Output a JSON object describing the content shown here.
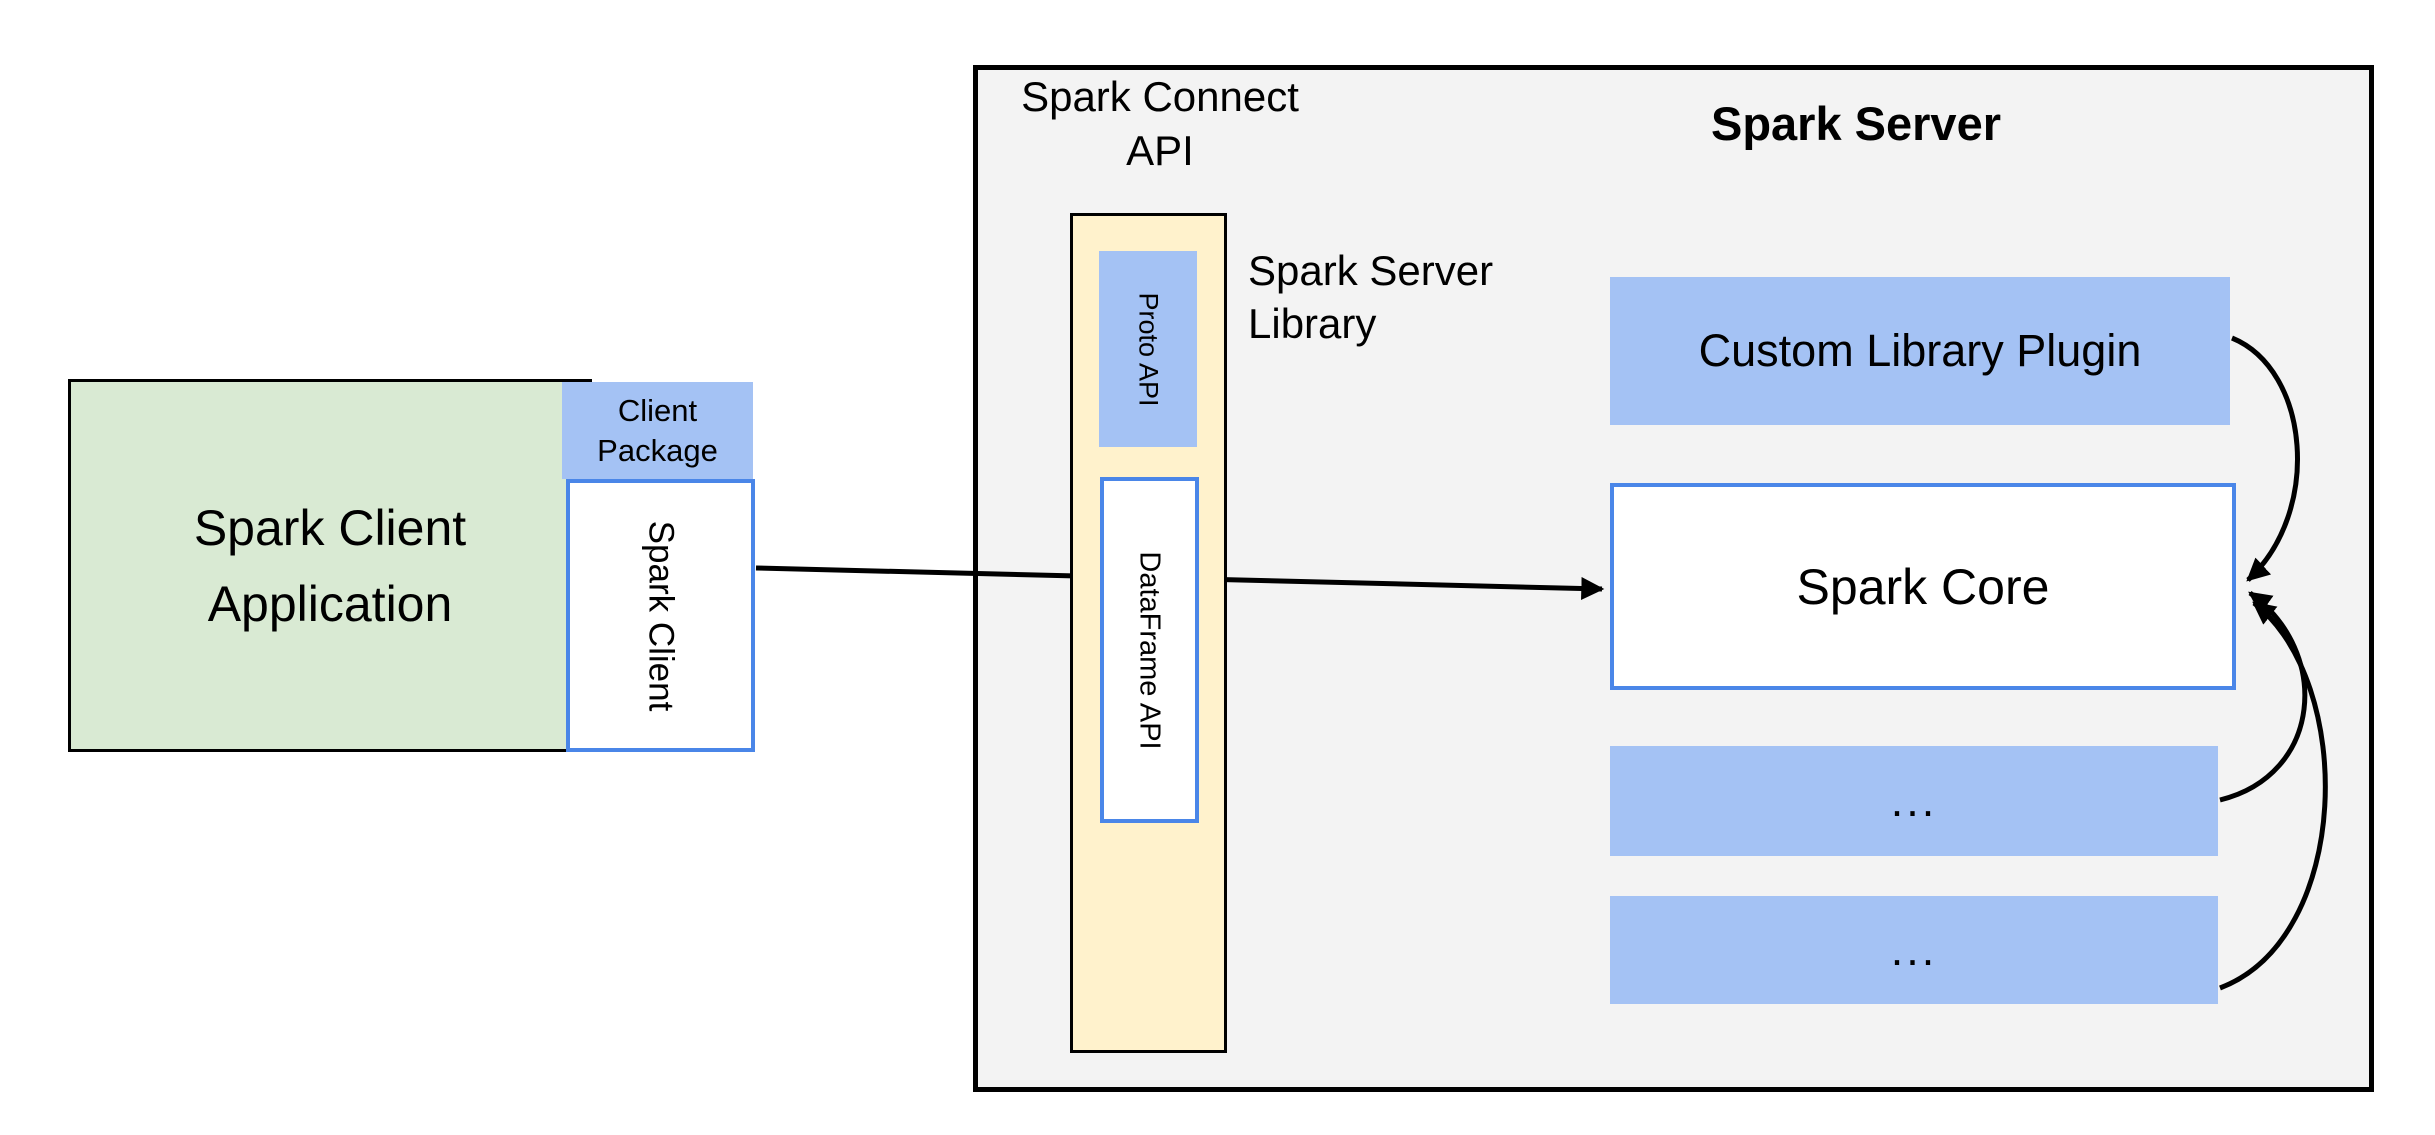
{
  "colors": {
    "green-fill": "#d9ead3",
    "blue-fill": "#a4c2f4",
    "yellow-fill": "#fff2cc",
    "gray-fill": "#f3f3f3",
    "blue-border": "#4a86e8"
  },
  "client": {
    "application_line1": "Spark Client",
    "application_line2": "Application",
    "package_line1": "Client",
    "package_line2": "Package",
    "spark_client": "Spark Client"
  },
  "connect": {
    "title_line1": "Spark Connect",
    "title_line2": "API",
    "proto_api": "Proto API",
    "dataframe_api": "DataFrame API",
    "library_line1": "Spark Server",
    "library_line2": "Library"
  },
  "server": {
    "title": "Spark Server",
    "plugin": "Custom Library Plugin",
    "core": "Spark Core",
    "ellipsis1": "...",
    "ellipsis2": "..."
  }
}
